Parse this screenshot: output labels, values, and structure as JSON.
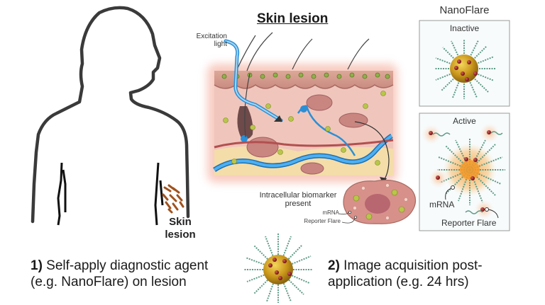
{
  "figure": {
    "person": {
      "lesion_label_line1": "Skin",
      "lesion_label_line2": "lesion"
    },
    "skin_section": {
      "title": "Skin lesion",
      "excitation_label_line1": "Excitation",
      "excitation_label_line2": "light",
      "biomarker_label_line1": "Intracellular biomarker",
      "biomarker_label_line2": "present",
      "cell_mrna_label": "mRNA",
      "cell_reporter_label": "Reporter Flare"
    },
    "nanoflare_panel": {
      "title": "NanoFlare",
      "inactive_label": "Inactive",
      "active_label": "Active",
      "mrna_label": "mRNA",
      "reporter_label": "Reporter Flare"
    },
    "steps": [
      {
        "number": "1)",
        "line1": " Self-apply diagnostic agent",
        "line2": "(e.g. NanoFlare) on lesion"
      },
      {
        "number": "2)",
        "line1": " Image acquisition post-",
        "line2": "application (e.g. 24 hrs)"
      }
    ],
    "colors": {
      "outline": "#3a3a3a",
      "lesion": "#a0521e",
      "skin": "#e8b3a8",
      "glow": "#f3a08c",
      "blue_vessel": "#2b8fd6",
      "gold_core": "#c9961a",
      "dna_strand": "#5e9a86",
      "flare_dot": "#8b1e1e",
      "active_glow": "#f7a43a"
    }
  }
}
